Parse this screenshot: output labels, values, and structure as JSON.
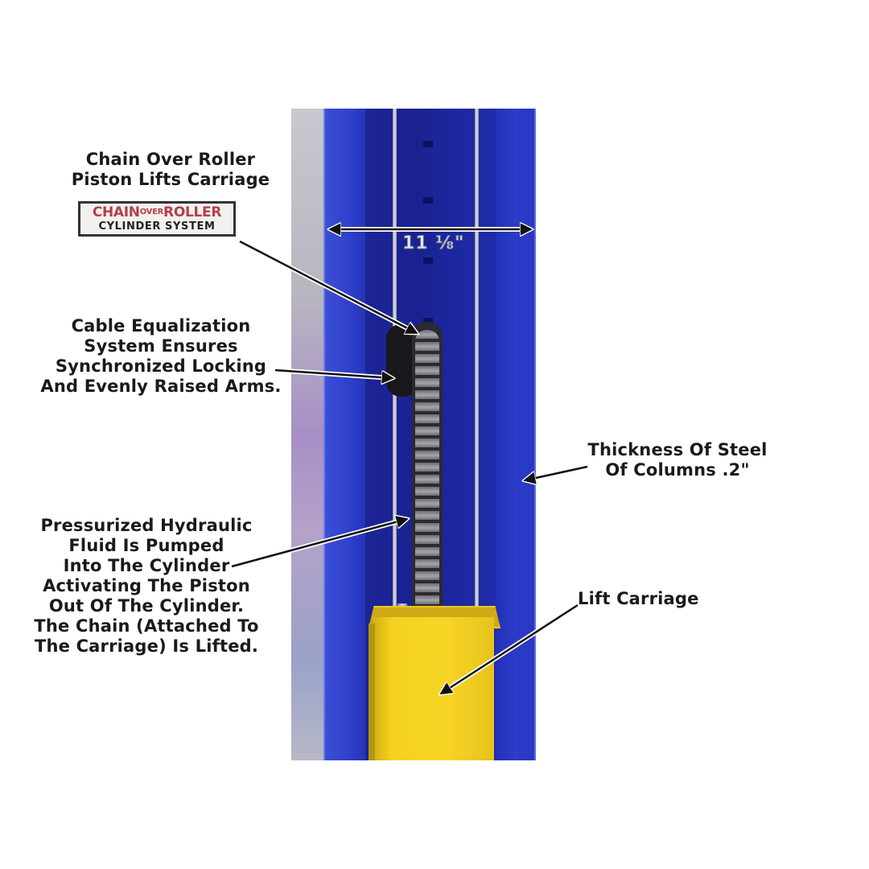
{
  "diagram": {
    "subject": "Two-post car lift column cutaway",
    "colors": {
      "column_blue": "#2433b5",
      "carriage_yellow": "#f4d21f",
      "label_text": "#1a1a1a",
      "badge_red": "#b3404a",
      "background": "#ffffff"
    },
    "callouts": {
      "chain_over_roller": {
        "lines": [
          "Chain Over Roller",
          "Piston Lifts Carriage"
        ]
      },
      "badge": {
        "top_left": "CHAIN",
        "top_middle": "OVER",
        "top_right": "ROLLER",
        "bottom": "CYLINDER SYSTEM"
      },
      "width_dimension": {
        "label": "11 ⅛\""
      },
      "cable_equalization": {
        "lines": [
          "Cable Equalization",
          "System Ensures",
          "Synchronized Locking",
          "And Evenly Raised Arms."
        ]
      },
      "steel_thickness": {
        "lines": [
          "Thickness Of Steel",
          "Of Columns .2\""
        ]
      },
      "hydraulic": {
        "lines": [
          "Pressurized Hydraulic",
          "Fluid Is Pumped",
          "Into The Cylinder",
          "Activating The Piston",
          "Out Of The Cylinder.",
          "The Chain (Attached To",
          "The Carriage) Is Lifted."
        ]
      },
      "lift_carriage": {
        "lines": [
          "Lift Carriage"
        ]
      }
    }
  }
}
